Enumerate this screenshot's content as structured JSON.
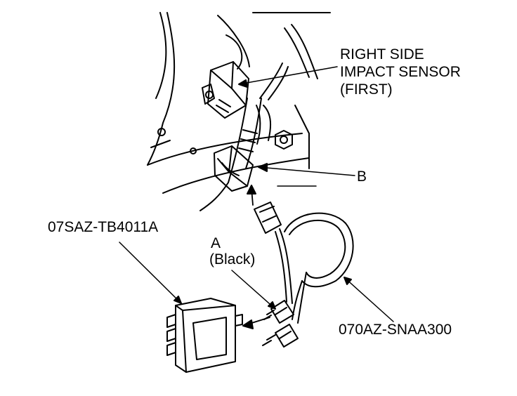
{
  "labels": {
    "sensor_line1": "RIGHT SIDE",
    "sensor_line2": "IMPACT SENSOR",
    "sensor_line3": "(FIRST)",
    "connector_b": "B",
    "tool_box": "07SAZ-TB4011A",
    "connector_a": "A",
    "connector_a_color": "(Black)",
    "harness": "070AZ-SNAA300"
  },
  "colors": {
    "ink": "#000000",
    "paper": "#ffffff"
  }
}
